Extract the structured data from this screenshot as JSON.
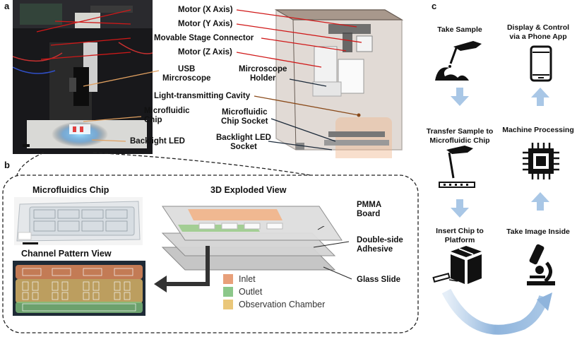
{
  "panels": {
    "a": "a",
    "b": "b",
    "c": "c"
  },
  "panel_a": {
    "labels": {
      "motor_x": "Motor (X Axis)",
      "motor_y": "Motor (Y Axis)",
      "stage_connector": "Movable Stage Connector",
      "motor_z": "Motor (Z Axis)",
      "usb_microscope_1": "USB",
      "usb_microscope_2": "Mircroscope",
      "microscope_holder_1": "Mircroscope",
      "microscope_holder_2": "Holder",
      "light_cavity": "Light-transmitting Cavity",
      "microfluidic_chip_1": "Microfluidic",
      "microfluidic_chip_2": "Chip",
      "chip_socket_1": "Microfluidic",
      "chip_socket_2": "Chip Socket",
      "backlight_led": "Backlight LED",
      "backlight_socket_1": "Backlight LED",
      "backlight_socket_2": "Socket"
    },
    "colors": {
      "leader": "#d01818",
      "leader_dark": "#1c2a3a",
      "leader_brown": "#8a4a1a"
    }
  },
  "panel_b": {
    "chip_title": "Microfluidics Chip",
    "exploded_title": "3D Exploded View",
    "pattern_title": "Channel Pattern View",
    "layers": {
      "pmma_1": "PMMA",
      "pmma_2": "Board",
      "adhesive_1": "Double-side",
      "adhesive_2": "Adhesive",
      "glass": "Glass Slide"
    },
    "legend": [
      {
        "label": "Inlet",
        "color": "#e8a07a"
      },
      {
        "label": "Outlet",
        "color": "#8cc78a"
      },
      {
        "label": "Observation Chamber",
        "color": "#eac77a"
      }
    ]
  },
  "panel_c": {
    "steps": {
      "take_sample": "Take Sample",
      "transfer_1": "Transfer Sample to",
      "transfer_2": "Microfluidic Chip",
      "insert_1": "Insert Chip to",
      "insert_2": "Platform",
      "take_image": "Take Image Inside",
      "machine": "Machine Processing",
      "display_1": "Display & Control",
      "display_2": "via a Phone App"
    },
    "icons": [
      "hand-dropper-wave-icon",
      "hand-dropper-chip-icon",
      "box-chip-icon",
      "microscope-icon",
      "processor-chip-icon",
      "smartphone-icon"
    ],
    "arrow_color": "#a9c7e6"
  }
}
